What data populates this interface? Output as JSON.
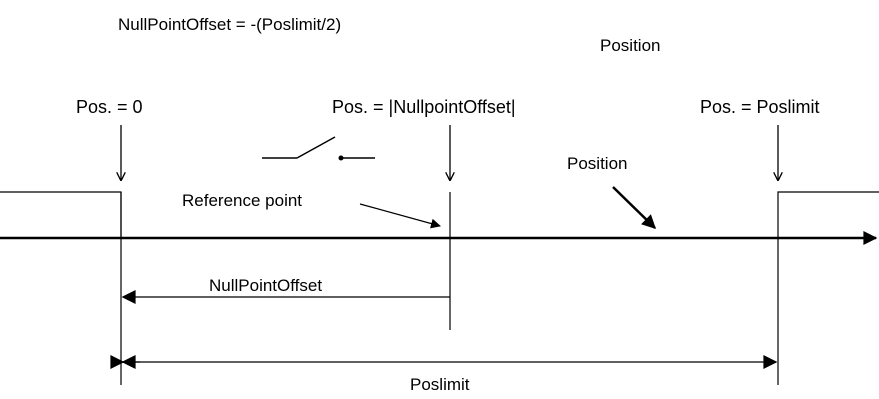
{
  "formula": "NullPointOffset = -(Poslimit/2)",
  "title": "Position",
  "markers": {
    "pos_zero": "Pos. = 0",
    "pos_nullpoint": "Pos. = |NullpointOffset|",
    "pos_poslimit": "Pos. = Poslimit"
  },
  "labels": {
    "reference_point": "Reference point",
    "position": "Position",
    "null_point_offset": "NullPointOffset",
    "poslimit": "Poslimit"
  }
}
